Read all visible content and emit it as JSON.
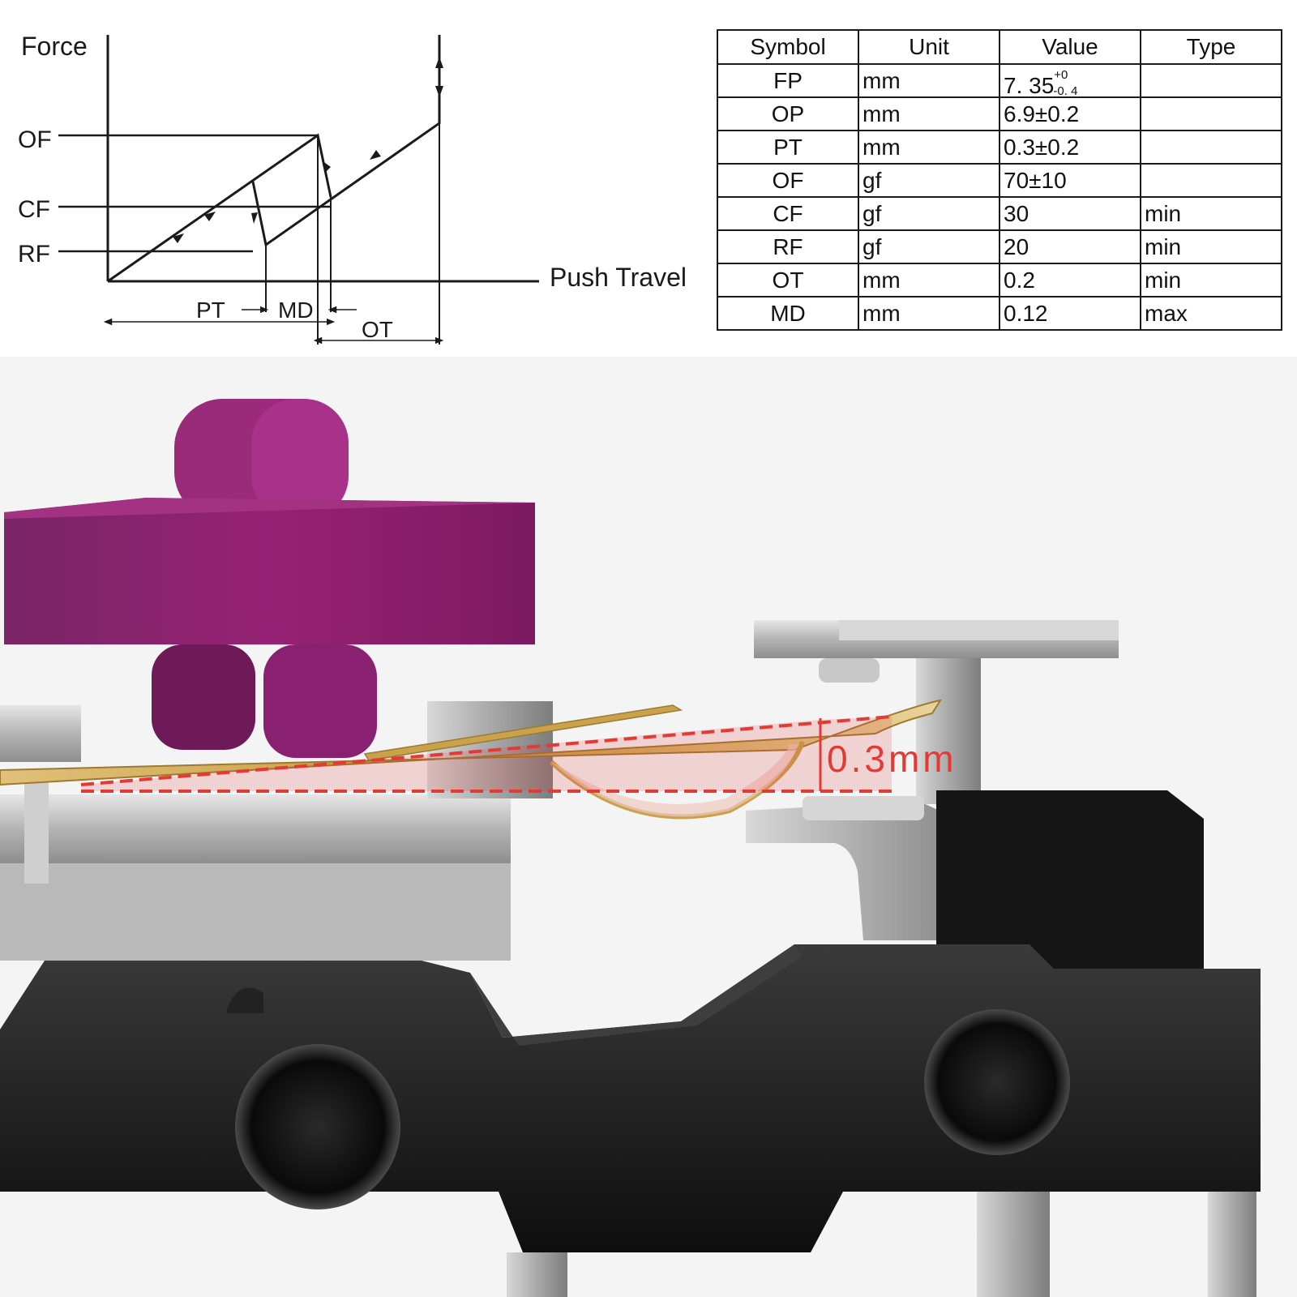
{
  "diagram": {
    "y_axis_label": "Force",
    "x_axis_label": "Push Travel",
    "force_levels": [
      "OF",
      "CF",
      "RF"
    ],
    "travel_labels": [
      "PT",
      "MD",
      "OT"
    ]
  },
  "table": {
    "headers": [
      "Symbol",
      "Unit",
      "Value",
      "Type"
    ],
    "rows": [
      {
        "symbol": "FP",
        "unit": "mm",
        "value": "7. 35",
        "value_sup": "+0",
        "value_sub": "-0. 4",
        "type": ""
      },
      {
        "symbol": "OP",
        "unit": "mm",
        "value": "6.9±0.2",
        "type": ""
      },
      {
        "symbol": "PT",
        "unit": "mm",
        "value": "0.3±0.2",
        "type": ""
      },
      {
        "symbol": "OF",
        "unit": "gf",
        "value": "70±10",
        "type": ""
      },
      {
        "symbol": "CF",
        "unit": "gf",
        "value": "30",
        "type": "min"
      },
      {
        "symbol": "RF",
        "unit": "gf",
        "value": "20",
        "type": "min"
      },
      {
        "symbol": "OT",
        "unit": "mm",
        "value": "0.2",
        "type": "min"
      },
      {
        "symbol": "MD",
        "unit": "mm",
        "value": "0.12",
        "type": "max"
      }
    ]
  },
  "illustration": {
    "gap_annotation": "0.3mm",
    "colors": {
      "actuator": "#8e2170",
      "annotation": "#e53935",
      "housing": "#1c1c1c",
      "spring": "#c9a24c",
      "metal": "#b8b8b8"
    }
  }
}
